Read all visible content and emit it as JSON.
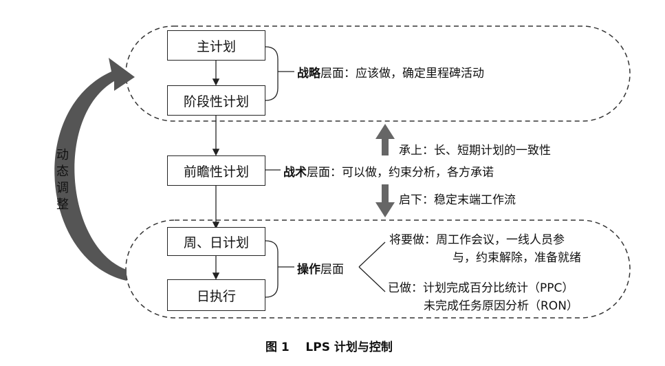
{
  "boxes": {
    "master_plan": "主计划",
    "phase_plan": "阶段性计划",
    "lookahead_plan": "前瞻性计划",
    "weekly_daily_plan": "周、日计划",
    "daily_execution": "日执行"
  },
  "strategy": {
    "bold": "战略",
    "rest": "层面：应该做，确定里程碑活动"
  },
  "tactics": {
    "upper": "承上：长、短期计划的一致性",
    "bold": "战术",
    "rest": "层面：可以做，约束分析，各方承诺",
    "lower": "启下：稳定末端工作流"
  },
  "operations": {
    "bold": "操作",
    "rest": "层面",
    "will_do_line1": "将要做：周工作会议，一线人员参",
    "will_do_line2": "与，约束解除，准备就绪",
    "done_line1": "已做：计划完成百分比统计（PPC）",
    "done_line2": "未完成任务原因分析（RON）"
  },
  "dynamic_adjust": [
    "动",
    "态",
    "调",
    "整"
  ],
  "caption": "图 1    LPS 计划与控制"
}
